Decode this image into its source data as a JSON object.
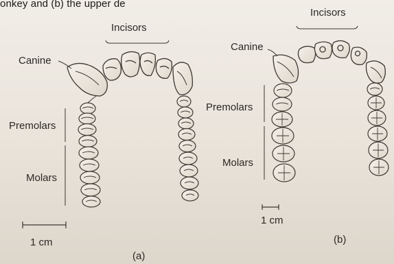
{
  "figure": {
    "caption_partial": "onkey and (b) the upper de",
    "panel_a": {
      "label": "(a)",
      "incisors_label": "Incisors",
      "canine_label": "Canine",
      "premolars_label": "Premolars",
      "molars_label": "Molars",
      "scale_label": "1 cm"
    },
    "panel_b": {
      "label": "(b)",
      "incisors_label": "Incisors",
      "canine_label": "Canine",
      "premolars_label": "Premolars",
      "molars_label": "Molars",
      "scale_label": "1 cm"
    }
  }
}
